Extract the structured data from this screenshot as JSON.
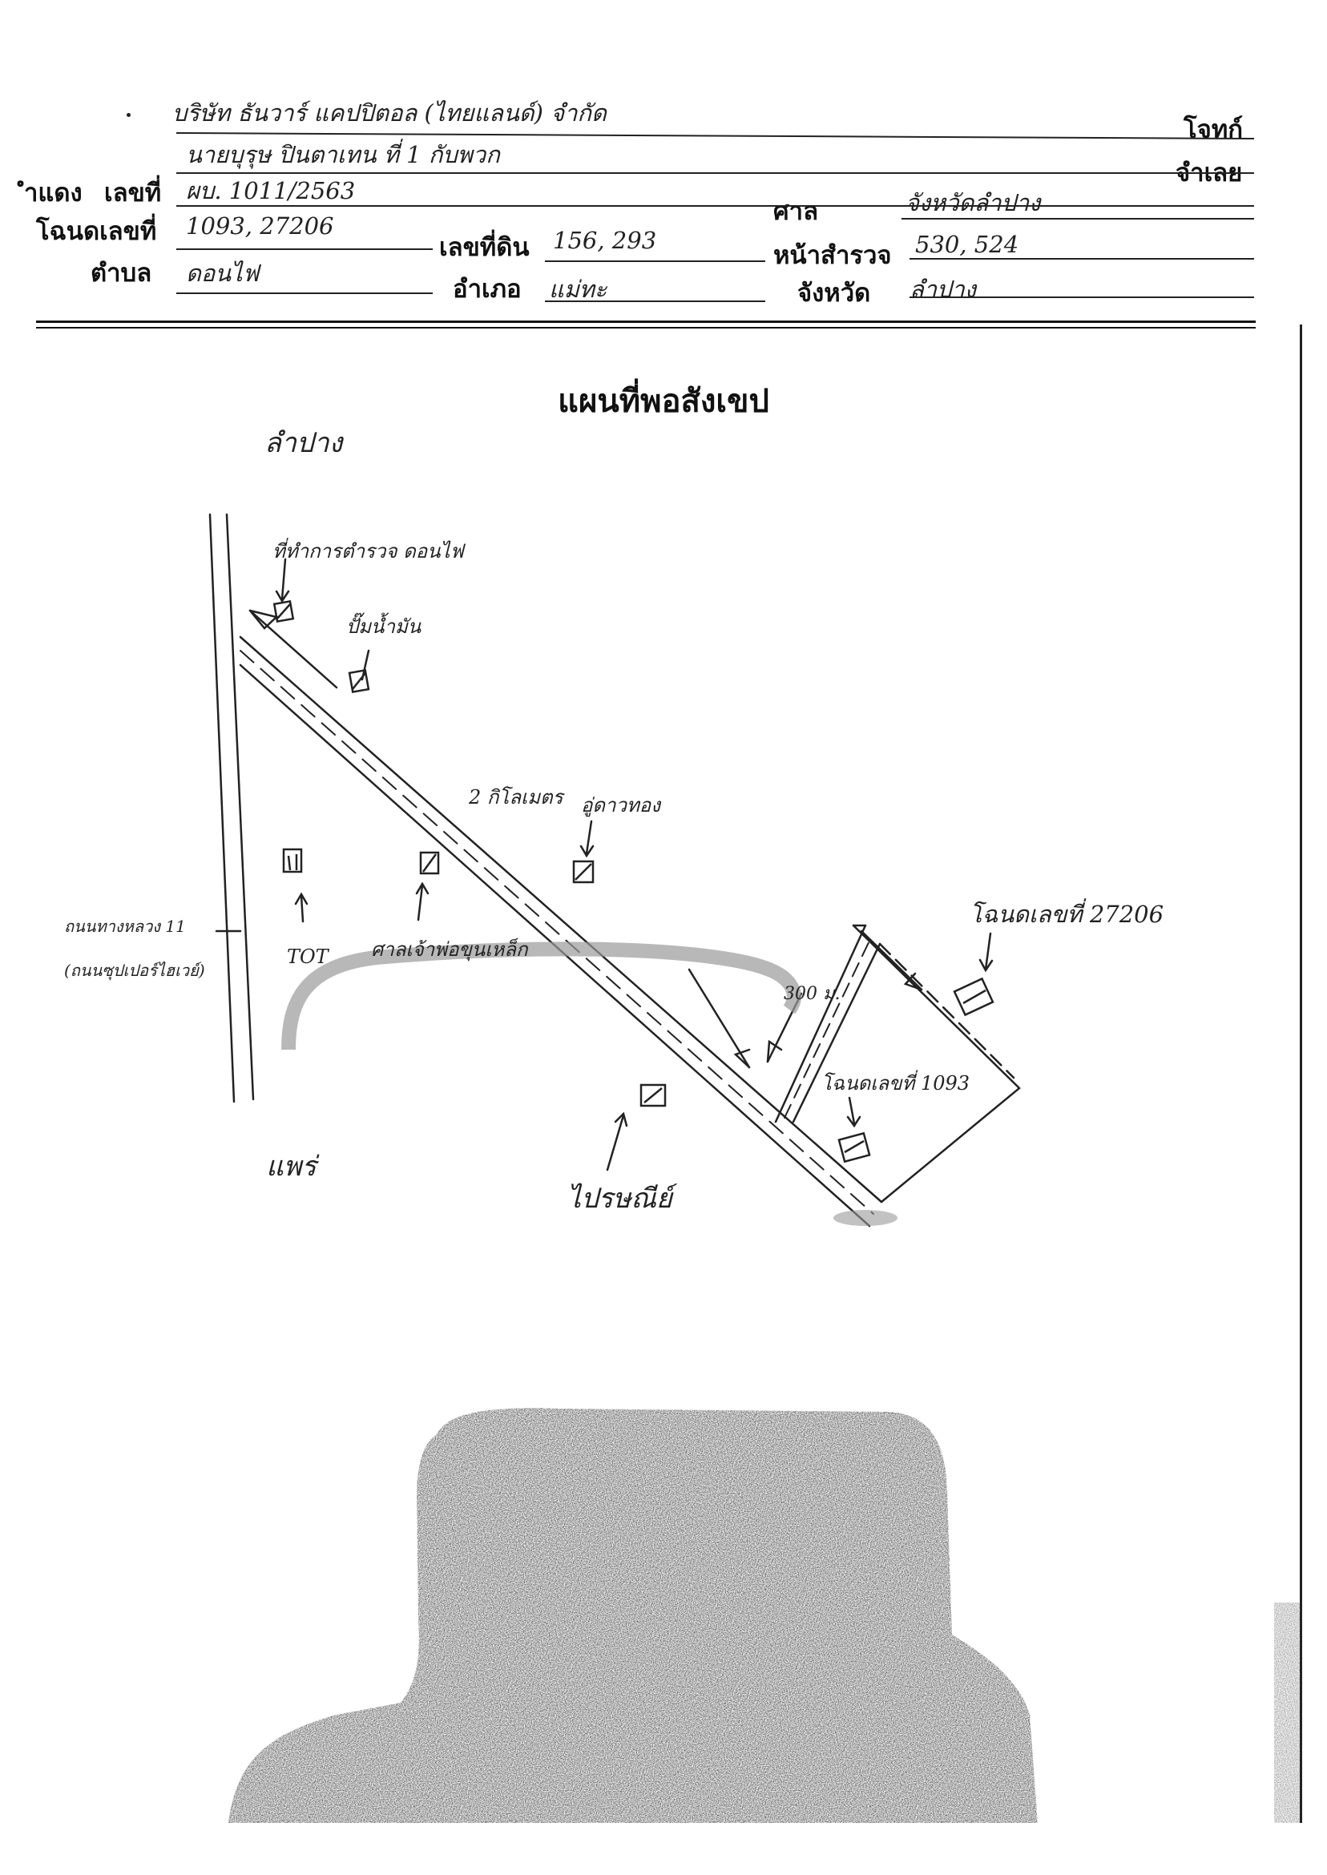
{
  "header": {
    "plaintiff_label": "โจทก์",
    "defendant_label": "จำเลย",
    "case_no_label": "เลขที่",
    "case_no_label_prefix": "ำแดง",
    "court_label": "ศาล",
    "deed_no_label": "โฉนดเลขที่",
    "land_no_label": "เลขที่ดิน",
    "survey_page_label": "หน้าสำรวจ",
    "subdistrict_label": "ตำบล",
    "district_label": "อำเภอ",
    "province_label": "จังหวัด",
    "plaintiff_value": "บริษัท ธันวาร์ แคปปิตอล (ไทยแลนด์) จำกัด",
    "defendant_value": "นายบุรุษ ปินตาเทน ที่ 1 กับพวก",
    "case_no_value": "ผบ. 1011/2563",
    "court_value": "จังหวัดลำปาง",
    "deed_no_value": "1093, 27206",
    "land_no_value": "156, 293",
    "survey_page_value": "530, 524",
    "subdistrict_value": "ดอนไฟ",
    "district_value": "แม่ทะ",
    "province_value": "ลำปาง"
  },
  "map": {
    "title": "แผนที่พอสังเขป",
    "north_label": "ลำปาง",
    "labels": {
      "police_station": "ที่ทำการตำรวจ ดอนไฟ",
      "gas_station": "ปั๊มน้ำมัน",
      "distance_road": "2 กิโลเมตร",
      "dealer": "อู่ดาวทอง",
      "highway": "ถนนทางหลวง 11",
      "highway_alt": "(ถนนซุปเปอร์ไฮเวย์)",
      "tot": "TOT",
      "shrine": "ศาลเจ้าพ่อขุนเหล็ก",
      "distance_lane": "300 ม.",
      "deed_1093": "โฉนดเลขที่ 1093",
      "deed_27206": "โฉนดเลขที่ 27206",
      "to_phrae": "แพร่",
      "post_office": "ไปรษณีย์"
    }
  }
}
